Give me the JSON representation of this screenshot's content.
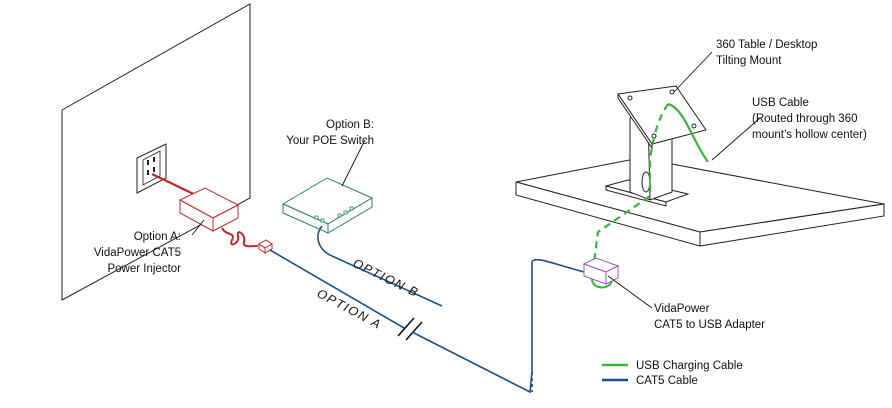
{
  "labels": {
    "option_b_line1": "Option B:",
    "option_b_line2": "Your POE Switch",
    "option_a_line1": "Option A:",
    "option_a_line2": "VidaPower CAT5",
    "option_a_line3": "Power Injector",
    "mount_line1": "360 Table / Desktop",
    "mount_line2": "Tilting Mount",
    "usb_cable_line1": "USB Cable",
    "usb_cable_line2": "(Routed through 360",
    "usb_cable_line3": "mount’s hollow center)",
    "adapter_line1": "VidaPower",
    "adapter_line2": "CAT5 to USB Adapter",
    "cable_option_b": "OPTION  B",
    "cable_option_a": "OPTION  A"
  },
  "legend": [
    {
      "label": "USB Charging Cable",
      "color": "#3cb43c"
    },
    {
      "label": "CAT5 Cable",
      "color": "#1f4e8c"
    }
  ],
  "colors": {
    "injector": "#c0282d",
    "switch": "#2e7d6e",
    "adapter": "#9b59b6",
    "usb_cable": "#3cb43c",
    "cat5_cable": "#1f4e8c"
  }
}
